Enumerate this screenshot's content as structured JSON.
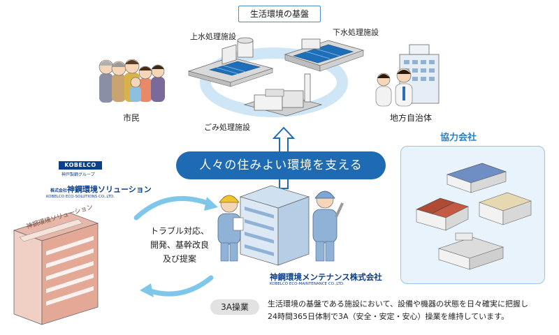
{
  "title": "生活環境の基盤",
  "facilities": {
    "water_supply": "上水処理施設",
    "sewage": "下水処理施設",
    "waste": "ごみ処理施設"
  },
  "stakeholders": {
    "citizens": "市民",
    "local_government": "地方自治体"
  },
  "banner": "人々の住みよい環境を支える",
  "partners": {
    "title": "協力会社"
  },
  "parent_company": {
    "badge": "KOBELCO",
    "group": "神戸製鋼グループ",
    "name_prefix": "株式会社",
    "name": "神鋼環境ソリューション",
    "name_en": "KOBELCO ECO-SOLUTIONS CO.,LTD.",
    "building_sign": "神鋼環境ソリューション"
  },
  "flow_text": [
    "トラブル対応、",
    "開発、基幹改良",
    "及び提案"
  ],
  "maintenance_company": {
    "name": "神鋼環境メンテナンス株式会社",
    "name_en": "KOBELCO ECO-MAINTENANCE CO.,LTD."
  },
  "operation": {
    "tag": "3A操業",
    "description_line1": "生活環境の基盤である施設において、設備や機器の状態を日々確実に把握し",
    "description_line2": "24時間365日体制で3A（安全・安定・安心）操業を維持しています。"
  },
  "colors": {
    "brand_navy": "#0b3f8c",
    "banner_blue": "#1f6bb3",
    "ring_blue": "#cfe6f6",
    "arrow_cyan": "#7fc7ea",
    "partner_bg": "#e9f3fc",
    "partner_title": "#2a7fc9"
  }
}
